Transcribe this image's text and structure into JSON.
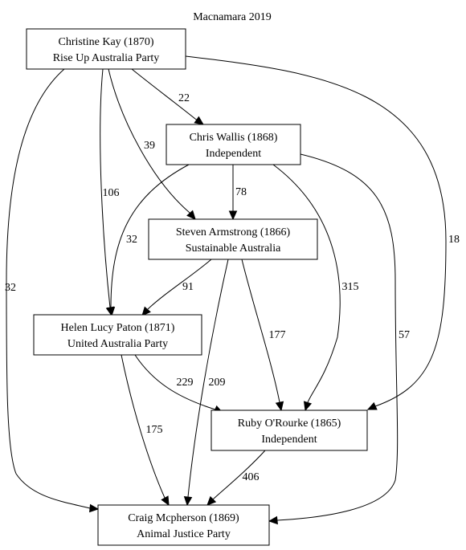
{
  "title": "Macnamara 2019",
  "nodes": [
    {
      "id": "kay",
      "name": "Christine Kay (1870)",
      "party": "Rise Up Australia Party"
    },
    {
      "id": "wallis",
      "name": "Chris Wallis (1868)",
      "party": "Independent"
    },
    {
      "id": "armstrong",
      "name": "Steven Armstrong (1866)",
      "party": "Sustainable Australia"
    },
    {
      "id": "paton",
      "name": "Helen Lucy Paton (1871)",
      "party": "United Australia Party"
    },
    {
      "id": "orourke",
      "name": "Ruby O'Rourke (1865)",
      "party": "Independent"
    },
    {
      "id": "mcpherson",
      "name": "Craig Mcpherson (1869)",
      "party": "Animal Justice Party"
    }
  ],
  "edges": [
    {
      "id": "kay-wallis",
      "from": "kay",
      "to": "wallis",
      "label": "22"
    },
    {
      "id": "kay-armstrong",
      "from": "kay",
      "to": "armstrong",
      "label": "39"
    },
    {
      "id": "kay-paton",
      "from": "kay",
      "to": "paton",
      "label": "106"
    },
    {
      "id": "kay-mcpherson",
      "from": "kay",
      "to": "mcpherson",
      "label": "32"
    },
    {
      "id": "kay-orourke",
      "from": "kay",
      "to": "orourke",
      "label": "18"
    },
    {
      "id": "wallis-armstrong",
      "from": "wallis",
      "to": "armstrong",
      "label": "78"
    },
    {
      "id": "wallis-paton",
      "from": "wallis",
      "to": "paton",
      "label": "32"
    },
    {
      "id": "wallis-orourke",
      "from": "wallis",
      "to": "orourke",
      "label": "315"
    },
    {
      "id": "wallis-mcpherson",
      "from": "wallis",
      "to": "mcpherson",
      "label": "57"
    },
    {
      "id": "armstrong-paton",
      "from": "armstrong",
      "to": "paton",
      "label": "91"
    },
    {
      "id": "armstrong-orourke",
      "from": "armstrong",
      "to": "orourke",
      "label": "177"
    },
    {
      "id": "armstrong-mcpherson",
      "from": "armstrong",
      "to": "mcpherson",
      "label": "209"
    },
    {
      "id": "paton-orourke",
      "from": "paton",
      "to": "orourke",
      "label": "229"
    },
    {
      "id": "paton-mcpherson",
      "from": "paton",
      "to": "mcpherson",
      "label": "175"
    },
    {
      "id": "orourke-mcpherson",
      "from": "orourke",
      "to": "mcpherson",
      "label": "406"
    }
  ]
}
